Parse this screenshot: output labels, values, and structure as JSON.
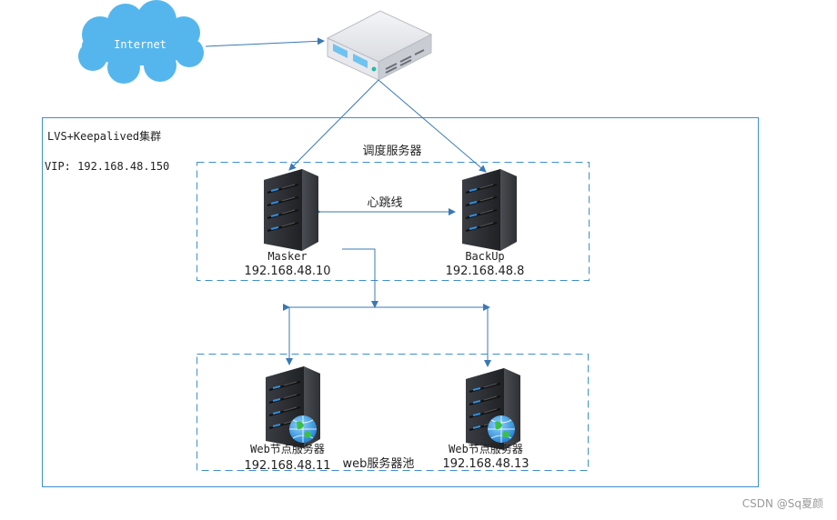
{
  "internet_label": "Internet",
  "cluster": {
    "title": "LVS+Keepalived集群",
    "vip": "VIP: 192.168.48.150"
  },
  "scheduler_group": {
    "label": "调度服务器",
    "heartbeat_label": "心跳线",
    "master": {
      "name": "Masker",
      "ip": "192.168.48.10"
    },
    "backup": {
      "name": "BackUp",
      "ip": "192.168.48.8"
    }
  },
  "web_group": {
    "label": "web服务器池",
    "nodes": [
      {
        "name": "Web节点服务器",
        "ip": "192.168.48.11"
      },
      {
        "name": "Web节点服务器",
        "ip": "192.168.48.13"
      }
    ]
  },
  "watermark": "CSDN @Sq夏颜",
  "colors": {
    "cluster_border": "#3d8fcf",
    "dashed_border": "#3d8fcf",
    "arrow": "#3a78b5",
    "cloud": "#55b6ee",
    "server_dark": "#2b2d31",
    "server_led": "#2f8fe0",
    "globe": "#3aa0e8"
  }
}
